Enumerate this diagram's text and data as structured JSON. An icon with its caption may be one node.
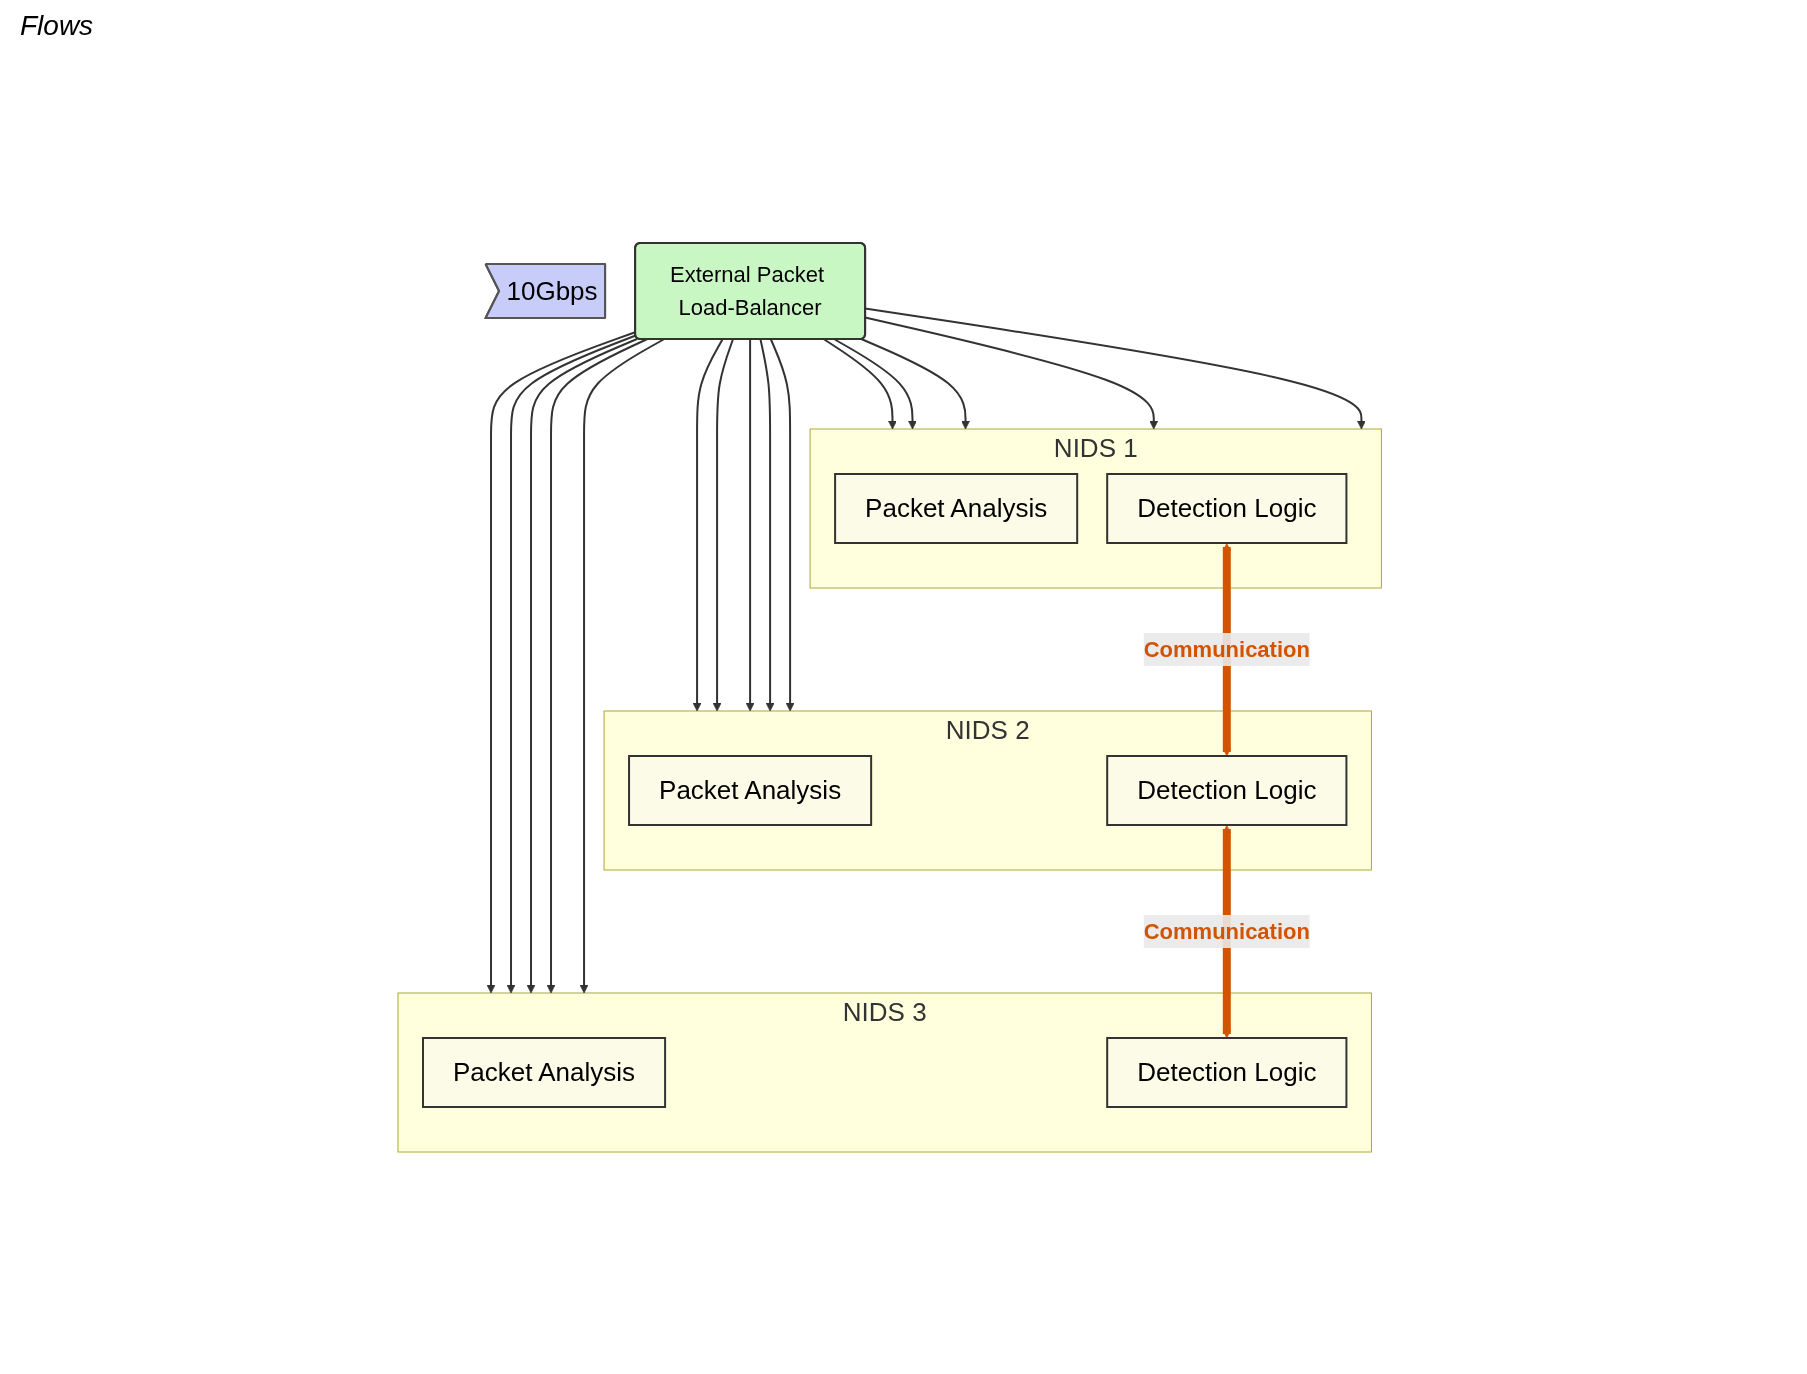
{
  "diagram": {
    "nodes": [
      {
        "text": [
          "10Gbps"
        ]
      },
      {
        "text": [
          "External Packet Load-Balancer"
        ]
      },
      {
        "text": [
          "NIDS 1"
        ]
      },
      {
        "text": [
          "Packet Analysis"
        ],
        "in": 2
      },
      {
        "text": [
          "Detection Logic"
        ],
        "in": 2
      },
      {
        "text": [
          "NIDS 2"
        ]
      },
      {
        "text": [
          "Packet Analysis"
        ],
        "in": 5
      },
      {
        "text": [
          "Detection Logic"
        ],
        "in": 5
      },
      {
        "text": [
          "NIDS 3"
        ]
      },
      {
        "text": [
          "Packet Analysis"
        ],
        "in": 8
      },
      {
        "text": [
          "Detection Logic"
        ],
        "in": 8
      }
    ],
    "edges": [
      {
        "from": 1,
        "to": 2,
        "arrow": "to"
      },
      {
        "from": 1,
        "to": 2,
        "arrow": "to"
      },
      {
        "from": 1,
        "to": 2,
        "arrow": "to"
      },
      {
        "from": 1,
        "to": 2,
        "arrow": "to"
      },
      {
        "from": 1,
        "to": 2,
        "arrow": "to"
      },
      {
        "from": 1,
        "to": 5,
        "arrow": "to"
      },
      {
        "from": 1,
        "to": 5,
        "arrow": "to"
      },
      {
        "from": 1,
        "to": 5,
        "arrow": "to"
      },
      {
        "from": 1,
        "to": 5,
        "arrow": "to"
      },
      {
        "from": 1,
        "to": 5,
        "arrow": "to"
      },
      {
        "from": 1,
        "to": 8,
        "arrow": "to"
      },
      {
        "from": 1,
        "to": 8,
        "arrow": "to"
      },
      {
        "from": 1,
        "to": 8,
        "arrow": "to"
      },
      {
        "from": 1,
        "to": 8,
        "arrow": "to"
      },
      {
        "from": 1,
        "to": 8,
        "arrow": "to"
      },
      {
        "from": 4,
        "to": 7,
        "arrow": "both",
        "label": "Communication",
        "style": "thick",
        "color": "#d35400"
      },
      {
        "from": 7,
        "to": 10,
        "arrow": "both",
        "label": "Communication",
        "style": "thick",
        "color": "#d35400"
      }
    ],
    "labels": [
      "Flows"
    ]
  }
}
